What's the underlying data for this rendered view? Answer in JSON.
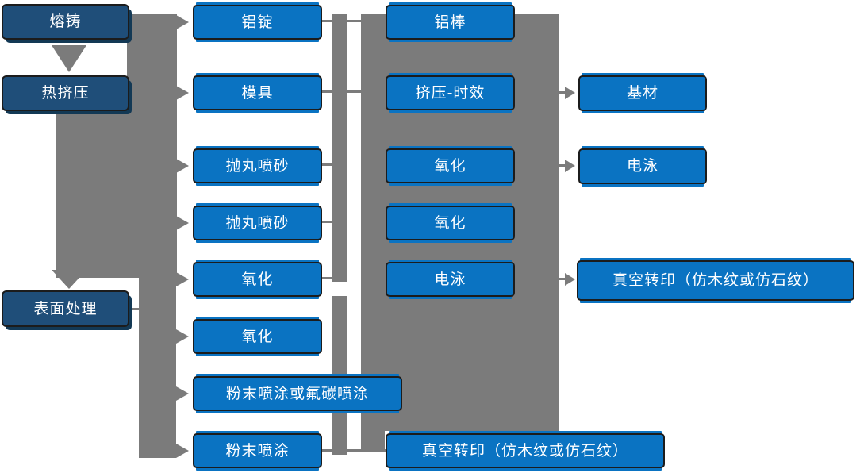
{
  "diagram": {
    "type": "flowchart",
    "language": "zh-CN",
    "colors": {
      "stage_box_fill": "#1f4e79",
      "process_box_fill": "#0a73c2",
      "box_border": "#1c1c1c",
      "connector_gray": "#7b7b7b",
      "text": "#ffffff",
      "background": "#ffffff"
    },
    "nodes": {
      "melting_casting": {
        "label": "熔铸"
      },
      "hot_extrusion": {
        "label": "热挤压"
      },
      "surface_treatment": {
        "label": "表面处理"
      },
      "aluminum_ingot": {
        "label": "铝锭"
      },
      "mold": {
        "label": "模具"
      },
      "shot_blasting_a": {
        "label": "抛丸喷砂"
      },
      "shot_blasting_b": {
        "label": "抛丸喷砂"
      },
      "oxidation_a": {
        "label": "氧化"
      },
      "oxidation_b": {
        "label": "氧化"
      },
      "powder_or_fluorocarbon_coating": {
        "label": "粉末喷涂或氟碳喷涂"
      },
      "powder_coating": {
        "label": "粉末喷涂"
      },
      "aluminum_rod": {
        "label": "铝棒"
      },
      "extrusion_aging": {
        "label": "挤压-时效"
      },
      "oxidation_c": {
        "label": "氧化"
      },
      "oxidation_d": {
        "label": "氧化"
      },
      "electrophoresis_a": {
        "label": "电泳"
      },
      "vacuum_transfer_bottom": {
        "label": "真空转印（仿木纹或仿石纹）"
      },
      "base_material": {
        "label": "基材"
      },
      "electrophoresis_b": {
        "label": "电泳"
      },
      "vacuum_transfer_right": {
        "label": "真空转印（仿木纹或仿石纹）"
      }
    },
    "edges": [
      {
        "from": "melting_casting",
        "to": "hot_extrusion",
        "type": "block-arrow-down"
      },
      {
        "from": "hot_extrusion",
        "to": "surface_treatment",
        "type": "block-arrow-down"
      },
      {
        "from": "left_trunk",
        "to": "aluminum_ingot",
        "type": "arrow"
      },
      {
        "from": "left_trunk",
        "to": "mold",
        "type": "arrow"
      },
      {
        "from": "left_trunk",
        "to": "shot_blasting_a",
        "type": "arrow"
      },
      {
        "from": "left_trunk",
        "to": "shot_blasting_b",
        "type": "arrow"
      },
      {
        "from": "left_trunk",
        "to": "oxidation_a",
        "type": "arrow"
      },
      {
        "from": "surface_treatment",
        "to": "left_trunk_lower",
        "type": "line"
      },
      {
        "from": "left_trunk_lower",
        "to": "oxidation_b",
        "type": "arrow"
      },
      {
        "from": "left_trunk_lower",
        "to": "powder_or_fluorocarbon_coating",
        "type": "arrow"
      },
      {
        "from": "left_trunk_lower",
        "to": "powder_coating",
        "type": "arrow"
      },
      {
        "from": "aluminum_ingot",
        "to": "middle_bar",
        "type": "line"
      },
      {
        "from": "mold",
        "to": "middle_bar",
        "type": "line"
      },
      {
        "from": "shot_blasting_a",
        "to": "middle_bar",
        "type": "line"
      },
      {
        "from": "shot_blasting_b",
        "to": "middle_bar",
        "type": "line"
      },
      {
        "from": "oxidation_a",
        "to": "middle_bar",
        "type": "line"
      },
      {
        "from": "middle_bar",
        "to": "column3_block",
        "type": "line"
      },
      {
        "from": "powder_coating",
        "to": "vacuum_transfer_bottom",
        "type": "line"
      },
      {
        "from": "extrusion_aging",
        "to": "base_material",
        "type": "arrow"
      },
      {
        "from": "oxidation_c",
        "to": "electrophoresis_b",
        "type": "arrow"
      },
      {
        "from": "electrophoresis_a",
        "to": "vacuum_transfer_right",
        "type": "arrow"
      }
    ]
  }
}
